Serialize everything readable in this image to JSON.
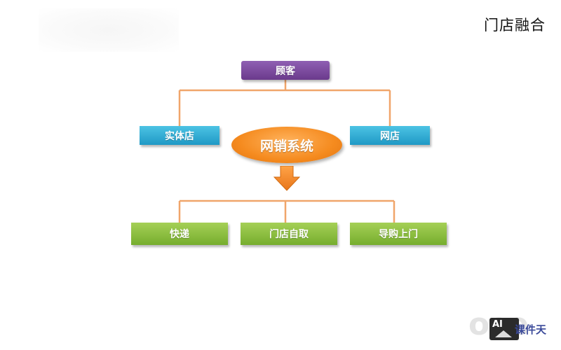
{
  "title": "门店融合",
  "nodes": {
    "customer": "顾客",
    "physical_store": "实体店",
    "online_store": "网店",
    "system": "网销系统",
    "delivery": "快递",
    "pickup": "门店自取",
    "guided_visit": "导购上门"
  },
  "watermark": {
    "ghost_text": "oee",
    "badge_text": "AI",
    "text": "课件天"
  },
  "colors": {
    "connector": "#f0a56a",
    "purple": "#7a479b",
    "blue": "#2aaad3",
    "green": "#8bbf3f",
    "orange": "#f58b1f"
  }
}
